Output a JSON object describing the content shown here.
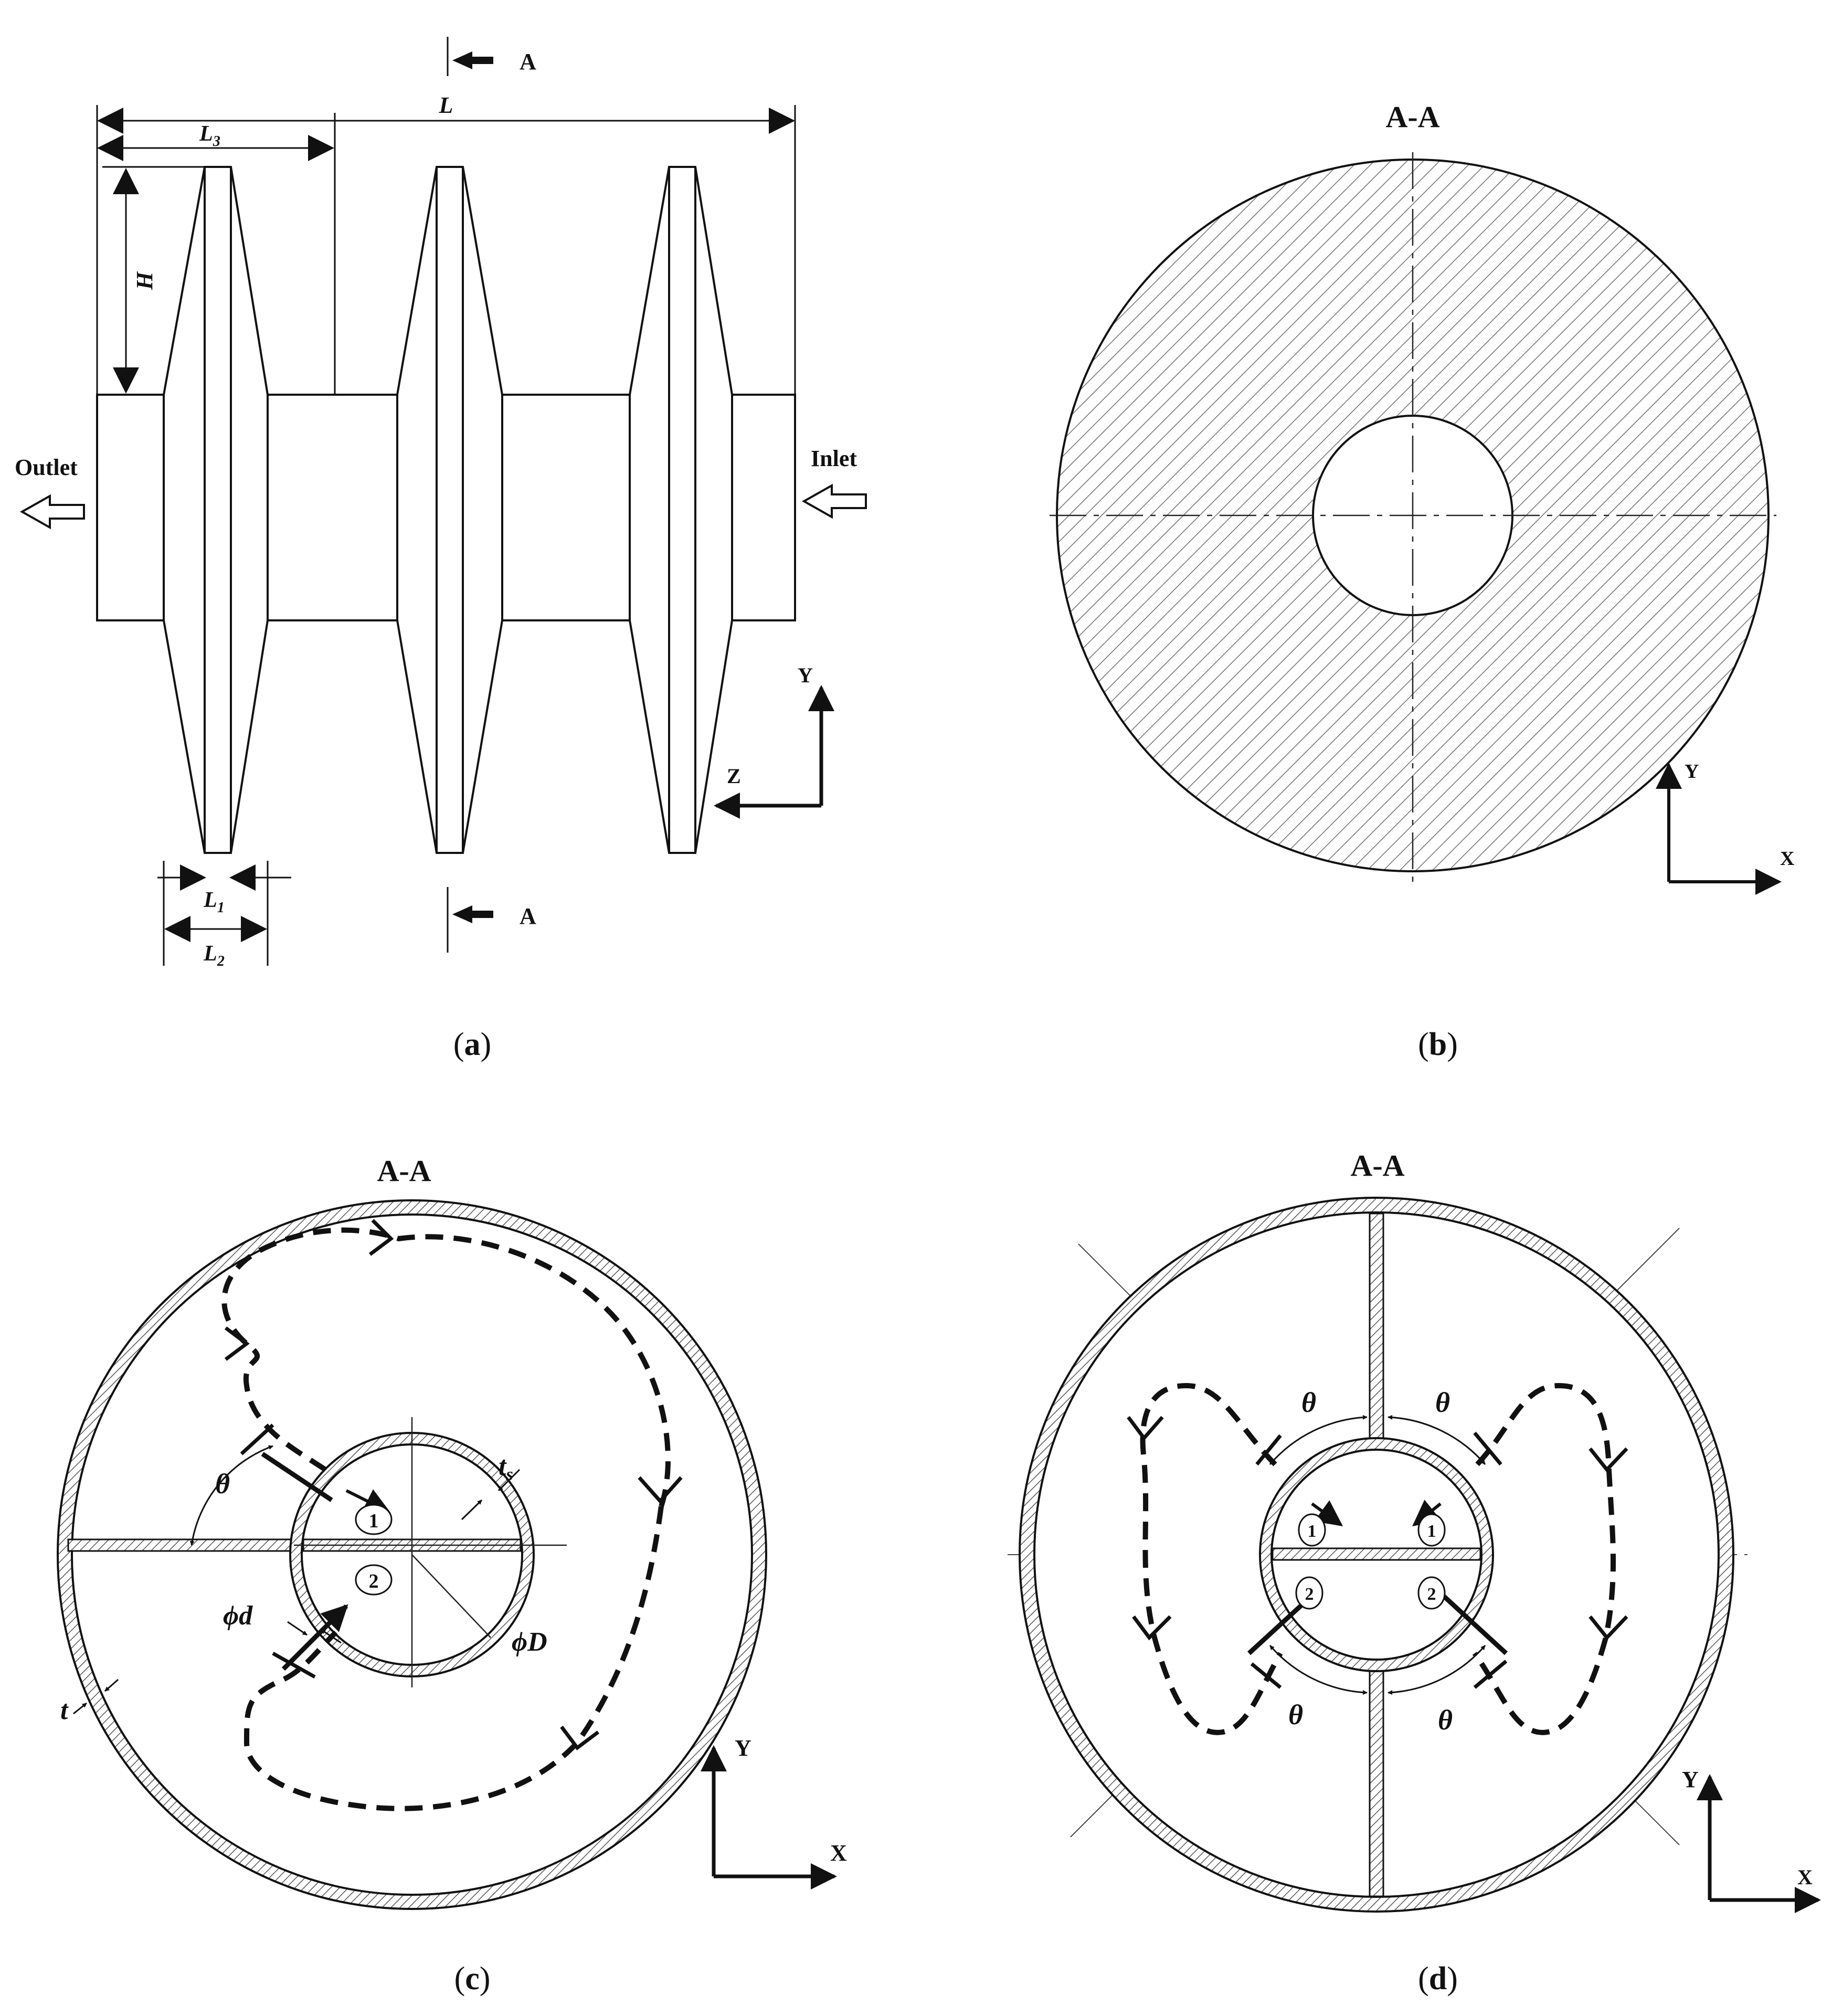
{
  "panel_a": {
    "section_marker_label": "A",
    "dim_L": "L",
    "dim_L3_base": "L",
    "dim_L3_sub": "3",
    "dim_H": "H",
    "dim_L1_base": "L",
    "dim_L1_sub": "1",
    "dim_L2_base": "L",
    "dim_L2_sub": "2",
    "outlet_label": "Outlet",
    "inlet_label": "Inlet",
    "axis_y": "Y",
    "axis_z": "Z",
    "caption": "a"
  },
  "panel_b": {
    "title": "A-A",
    "axis_y": "Y",
    "axis_x": "X",
    "caption": "b"
  },
  "panel_c": {
    "title": "A-A",
    "theta": "θ",
    "ts_base": "t",
    "ts_sub": "s",
    "phi_d": "ϕd",
    "phi_D": "ϕD",
    "t": "t",
    "port_1": "1",
    "port_2": "2",
    "axis_y": "Y",
    "axis_x": "X",
    "caption": "c"
  },
  "panel_d": {
    "title": "A-A",
    "theta": "θ",
    "port_1": "1",
    "port_2": "2",
    "axis_y": "Y",
    "axis_x": "X",
    "caption": "d"
  },
  "colors": {
    "line": "#111111",
    "hatch": "#777777",
    "background": "#ffffff"
  }
}
